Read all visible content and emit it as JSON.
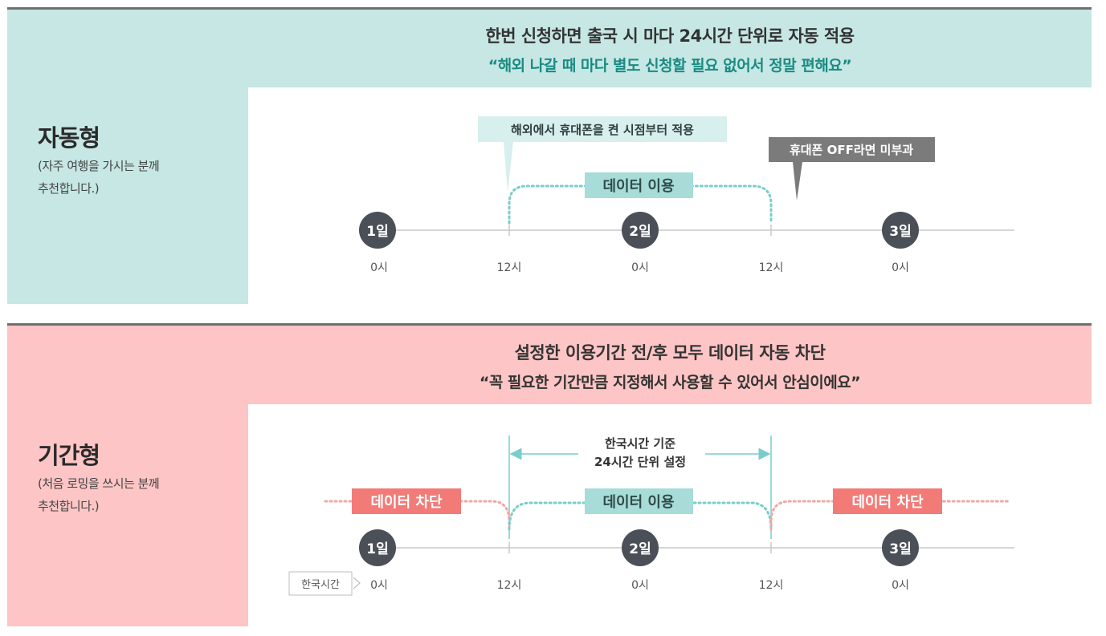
{
  "auto": {
    "headline": "한번 신청하면 출국 시 마다 24시간 단위로 자동 적용",
    "quote": "“해외 나갈 때 마다 별도 신청할 필요 없어서 정말 편해요”",
    "title": "자동형",
    "desc_line1": "(자주 여행을 가시는 분께",
    "desc_line2": "추천합니다.)",
    "callout_start": "해외에서 휴대폰을 켠 시점부터 적용",
    "callout_off": "휴대폰 OFF라면 미부과",
    "data_use_label": "데이터 이용",
    "days": [
      "1일",
      "2일",
      "3일"
    ],
    "ticks": [
      "0시",
      "12시",
      "0시",
      "12시",
      "0시"
    ]
  },
  "period": {
    "headline": "설정한 이용기간 전/후 모두 데이터 자동 차단",
    "quote": "“꼭 필요한 기간만큼 지정해서 사용할 수 있어서 안심이에요”",
    "title": "기간형",
    "desc_line1": "(처음 로밍을 쓰시는 분께",
    "desc_line2": "추천합니다.)",
    "range_line1": "한국시간 기준",
    "range_line2": "24시간 단위 설정",
    "block_label_left": "데이터 차단",
    "data_use_label": "데이터 이용",
    "block_label_right": "데이터 차단",
    "days": [
      "1일",
      "2일",
      "3일"
    ],
    "ticks": [
      "0시",
      "12시",
      "0시",
      "12시",
      "0시"
    ],
    "korea_time_label": "한국시간"
  },
  "colors": {
    "mint_bg": "#c6e7e4",
    "pink_bg": "#fdc5c5",
    "teal_text": "#1a8b83",
    "mint_tag": "#a7dcd8",
    "red_tag": "#f27b78",
    "dark_circle": "#4b4f57",
    "gray_callout": "#7b7b7b"
  },
  "icons": [
    "callout-pointer-icon",
    "double-arrow-icon",
    "chevron-right-icon"
  ]
}
